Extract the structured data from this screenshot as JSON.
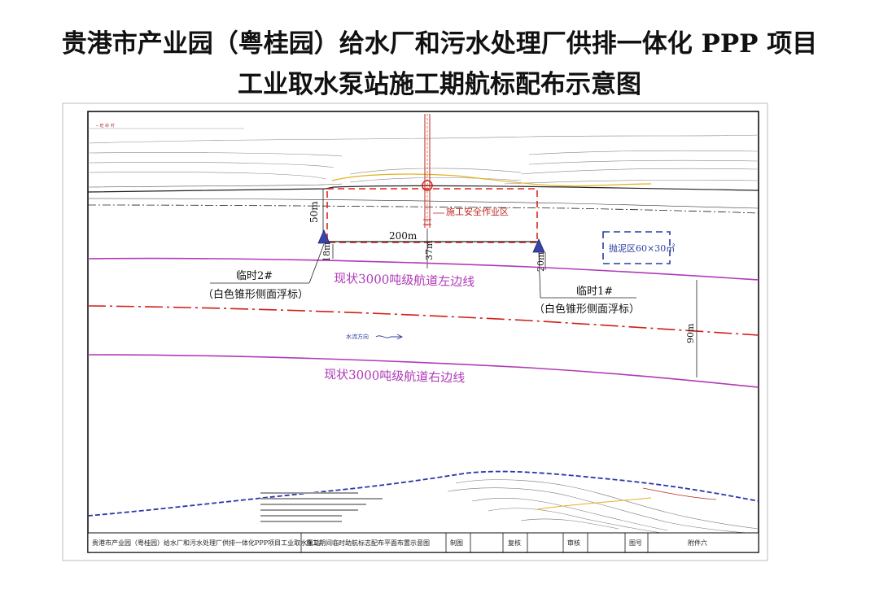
{
  "title": {
    "line1": "贵港市产业园（粤桂园）给水厂和污水处理厂供排一体化 PPP 项目",
    "line2": "工业取水泵站施工期航标配布示意图"
  },
  "labels": {
    "work_zone": "施工安全作业区",
    "dredge_zone": "抛泥区60×30㎡",
    "dim_200": "200m",
    "dim_50": "50m",
    "dim_18": "18m",
    "dim_37": "37m",
    "dim_20": "20m",
    "dim_90": "90m",
    "buoy2_name": "临时2#",
    "buoy2_desc": "（白色锥形侧面浮标）",
    "buoy1_name": "临时1#",
    "buoy1_desc": "（白色锥形侧面浮标）",
    "left_edge": "现状3000吨级航道左边线",
    "right_edge": "现状3000吨级航道右边线",
    "flow_dir": "水流方向"
  },
  "title_block": {
    "project": "贵港市产业园（粤桂园）给水厂和污水处理厂供排一体化PPP项目工业取水泵站",
    "drawing_name": "施工期间临时助航标志配布平面布置示意图",
    "drawn_label": "制图",
    "check_label": "复核",
    "review_label": "审核",
    "number_label": "图号",
    "number_value": "附件六"
  },
  "colors": {
    "channel_edge": "#b03ab8",
    "centerline": "#d0201a",
    "work_zone": "#e0241b",
    "dredge_zone": "#2b3c9b",
    "buoy": "#3844a8",
    "survey_line": "#e3b21f",
    "bottom_shore": "#2d36a8"
  }
}
